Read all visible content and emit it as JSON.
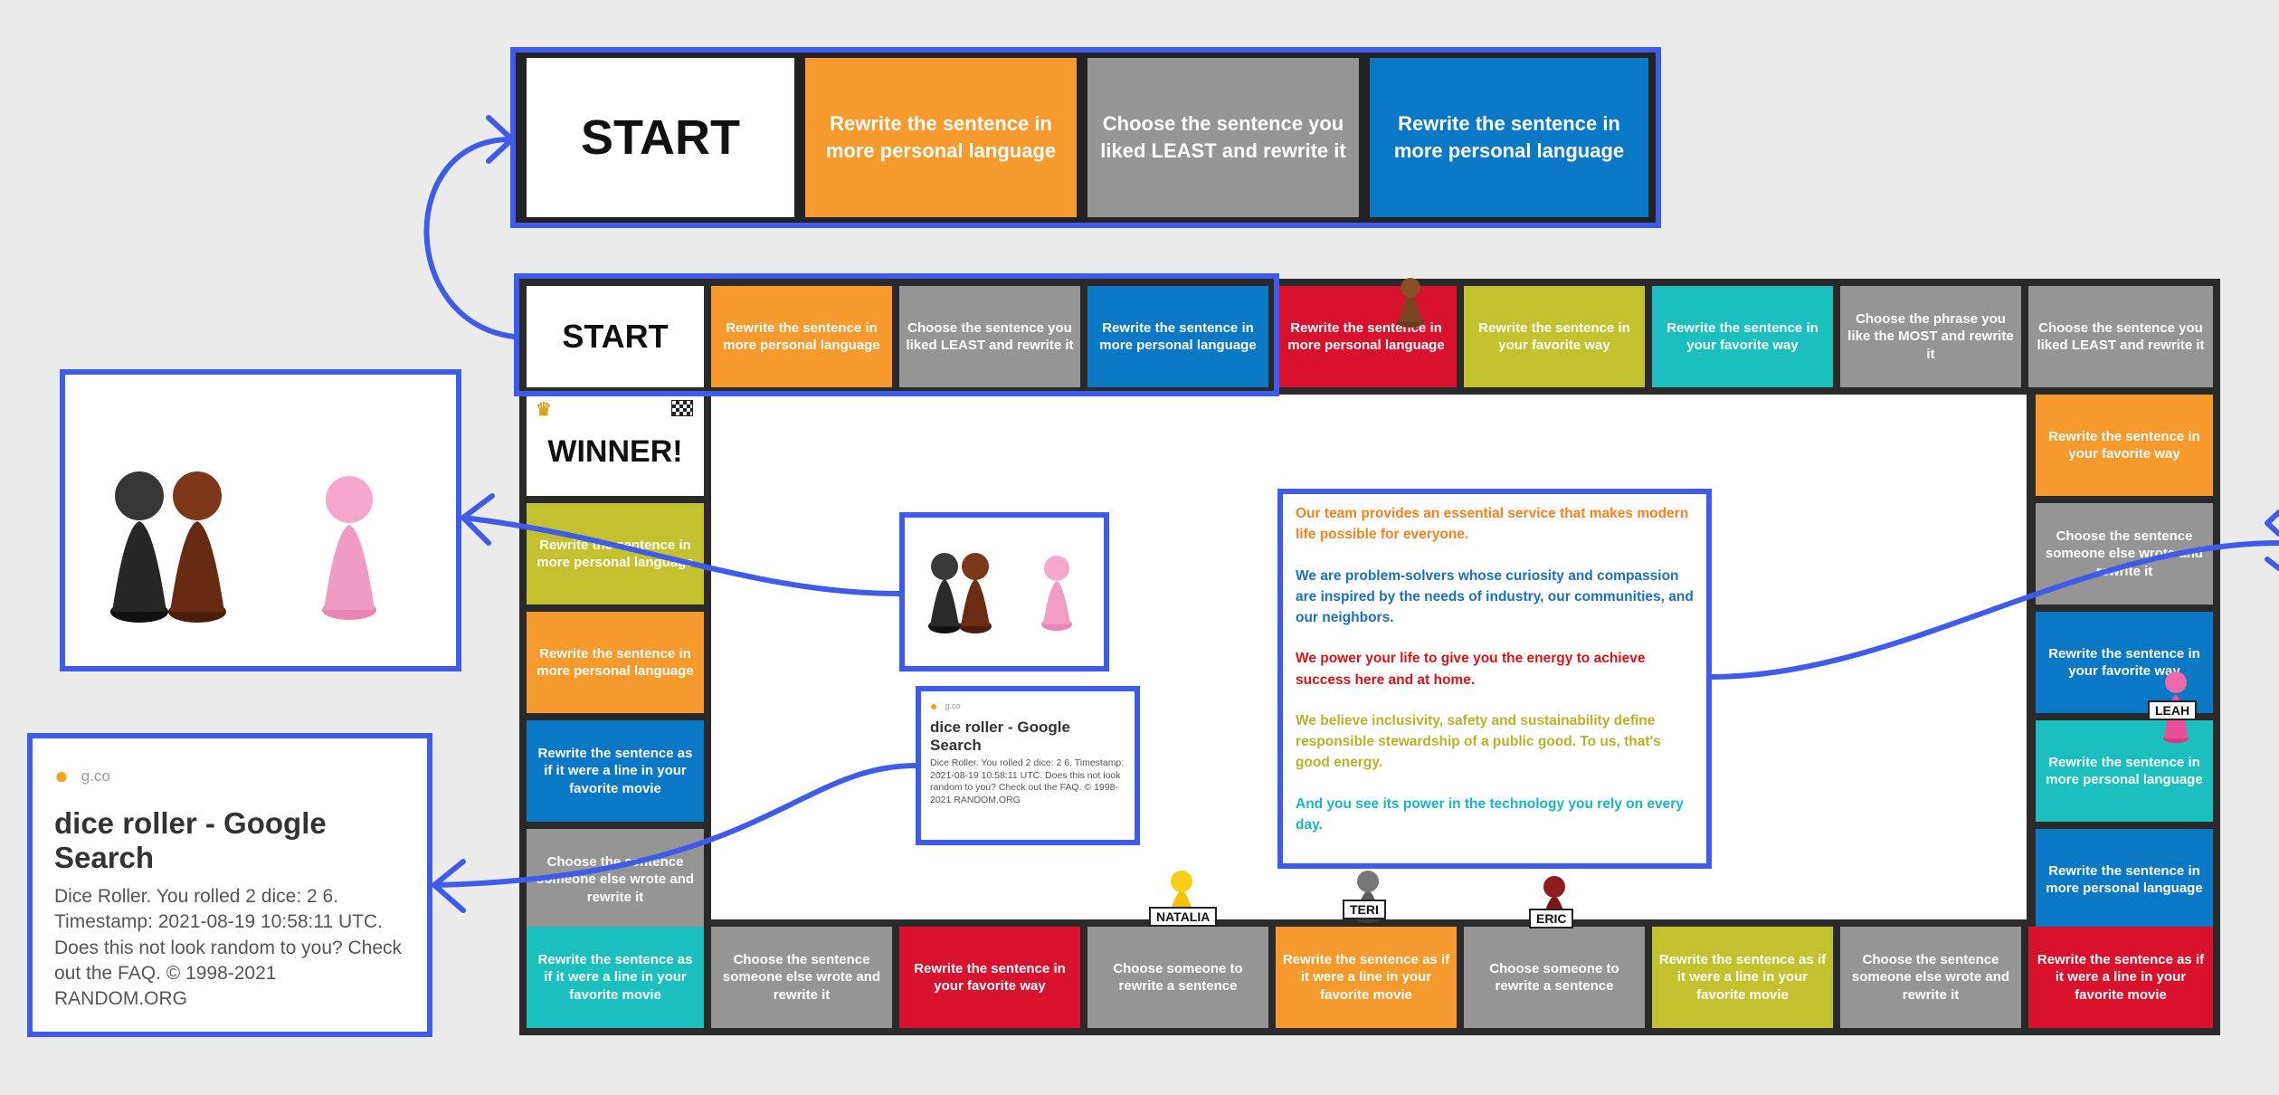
{
  "colors": {
    "orange": "#f79a2e",
    "gray": "#959595",
    "blue": "#0b78c5",
    "red": "#d8112c",
    "olive": "#c3c12e",
    "teal": "#1bbfbd",
    "highlight": "#3e5bea",
    "background": "#ebebeb"
  },
  "zoom_strip": [
    {
      "text": "START",
      "color": "white"
    },
    {
      "text": "Rewrite the sentence in more personal language",
      "color": "orange"
    },
    {
      "text": "Choose the sentence you liked LEAST and rewrite it",
      "color": "gray"
    },
    {
      "text": "Rewrite the sentence in more personal language",
      "color": "blue"
    }
  ],
  "board": {
    "top_row": [
      {
        "text": "START",
        "color": "white"
      },
      {
        "text": "Rewrite the sentence in more personal language",
        "color": "orange"
      },
      {
        "text": "Choose the sentence you liked LEAST and rewrite it",
        "color": "gray"
      },
      {
        "text": "Rewrite the sentence in more personal language",
        "color": "blue"
      },
      {
        "text": "Rewrite the sentence in more personal language",
        "color": "red"
      },
      {
        "text": "Rewrite the sentence in your favorite way",
        "color": "olive"
      },
      {
        "text": "Rewrite the sentence in your favorite way",
        "color": "teal"
      },
      {
        "text": "Choose the phrase you like the MOST and rewrite it",
        "color": "gray"
      },
      {
        "text": "Choose the sentence you liked LEAST and rewrite it",
        "color": "gray"
      }
    ],
    "left_col": [
      {
        "text": "WINNER!",
        "color": "white"
      },
      {
        "text": "Rewrite the sentence in more personal language",
        "color": "olive"
      },
      {
        "text": "Rewrite the sentence in more personal language",
        "color": "orange"
      },
      {
        "text": "Rewrite the sentence as if it were a line in your favorite movie",
        "color": "blue"
      },
      {
        "text": "Choose the sentence someone else wrote and rewrite it",
        "color": "gray"
      }
    ],
    "right_col": [
      {
        "text": "Rewrite the sentence in your favorite way",
        "color": "orange"
      },
      {
        "text": "Choose the sentence someone else wrote and rewrite it",
        "color": "gray"
      },
      {
        "text": "Rewrite the sentence in your favorite way",
        "color": "blue"
      },
      {
        "text": "Rewrite the sentence in more personal language",
        "color": "teal"
      },
      {
        "text": "Rewrite the sentence in more personal language",
        "color": "blue"
      }
    ],
    "bottom_row": [
      {
        "text": "Rewrite the sentence as if it were a line in your favorite movie",
        "color": "teal"
      },
      {
        "text": "Choose the sentence someone else wrote and rewrite it",
        "color": "gray"
      },
      {
        "text": "Rewrite the sentence in your favorite way",
        "color": "red"
      },
      {
        "text": "Choose someone to rewrite a sentence",
        "color": "gray"
      },
      {
        "text": "Rewrite the sentence as if it were a line in your favorite movie",
        "color": "orange"
      },
      {
        "text": "Choose someone to rewrite a sentence",
        "color": "gray"
      },
      {
        "text": "Rewrite the sentence as if it were a line in your favorite movie",
        "color": "olive"
      },
      {
        "text": "Choose the sentence someone else wrote and rewrite it",
        "color": "gray"
      },
      {
        "text": "Rewrite the sentence as if it were a line in your favorite movie",
        "color": "red"
      }
    ]
  },
  "players": {
    "natalia": {
      "label": "NATALIA",
      "color": "#f2c200"
    },
    "teri": {
      "label": "TERI",
      "color": "#6f6f6f"
    },
    "eric": {
      "label": "ERIC",
      "color": "#7a1518"
    },
    "leah": {
      "label": "LEAH",
      "color": "#ea4f9b"
    }
  },
  "search_result": {
    "source": "g.co",
    "title": "dice roller - Google Search",
    "snippet": "Dice Roller. You rolled 2 dice: 2 6. Timestamp: 2021-08-19 10:58:11 UTC. Does this not look random to you? Check out the FAQ. © 1998-2021 RANDOM.ORG"
  },
  "mission": [
    {
      "text": "Our team provides an essential service that makes modern life possible for everyone.",
      "color": "#f58220"
    },
    {
      "text": "We are problem-solvers whose curiosity and compassion are inspired by the needs of industry, our communities, and our neighbors.",
      "color": "#1d6fb8"
    },
    {
      "text": "We power your life to give you the energy to achieve success here and at home.",
      "color": "#d7141a"
    },
    {
      "text": "We believe inclusivity, safety and sustainability define responsible stewardship of a public good. To us, that's good energy.",
      "color": "#b7b22a"
    },
    {
      "text": "And you see its power in the technology you rely on every day.",
      "color": "#19b5c0"
    }
  ]
}
